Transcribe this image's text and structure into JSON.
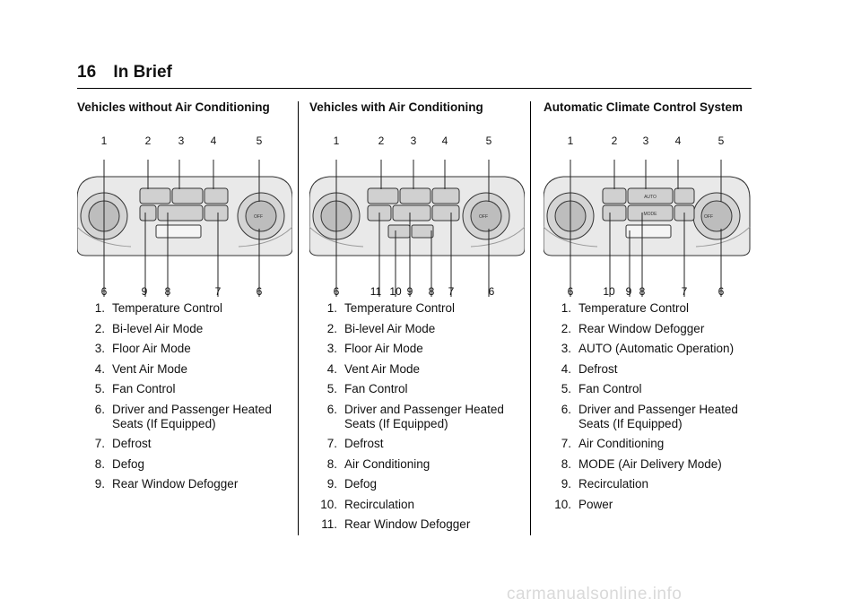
{
  "page": {
    "number": "16",
    "title": "In Brief"
  },
  "columns": [
    {
      "heading": "Vehicles without Air Conditioning",
      "figure": {
        "top_callouts": [
          "1",
          "2",
          "3",
          "4",
          "5"
        ],
        "bottom_callouts": [
          "6",
          "9",
          "8",
          "7",
          "6"
        ]
      },
      "items": [
        {
          "n": "1.",
          "text": "Temperature Control"
        },
        {
          "n": "2.",
          "text": "Bi-level Air Mode"
        },
        {
          "n": "3.",
          "text": "Floor Air Mode"
        },
        {
          "n": "4.",
          "text": "Vent Air Mode"
        },
        {
          "n": "5.",
          "text": "Fan Control"
        },
        {
          "n": "6.",
          "text": "Driver and Passenger Heated Seats (If Equipped)"
        },
        {
          "n": "7.",
          "text": "Defrost"
        },
        {
          "n": "8.",
          "text": "Defog"
        },
        {
          "n": "9.",
          "text": "Rear Window Defogger"
        }
      ]
    },
    {
      "heading": "Vehicles with Air Conditioning",
      "figure": {
        "top_callouts": [
          "1",
          "2",
          "3",
          "4",
          "5"
        ],
        "bottom_callouts": [
          "6",
          "11",
          "10",
          "9",
          "8",
          "7",
          "6"
        ]
      },
      "items": [
        {
          "n": "1.",
          "text": "Temperature Control"
        },
        {
          "n": "2.",
          "text": "Bi-level Air Mode"
        },
        {
          "n": "3.",
          "text": "Floor Air Mode"
        },
        {
          "n": "4.",
          "text": "Vent Air Mode"
        },
        {
          "n": "5.",
          "text": "Fan Control"
        },
        {
          "n": "6.",
          "text": "Driver and Passenger Heated Seats (If Equipped)"
        },
        {
          "n": "7.",
          "text": "Defrost"
        },
        {
          "n": "8.",
          "text": "Air Conditioning"
        },
        {
          "n": "9.",
          "text": "Defog"
        },
        {
          "n": "10.",
          "text": "Recirculation"
        },
        {
          "n": "11.",
          "text": "Rear Window Defogger"
        }
      ]
    },
    {
      "heading": "Automatic Climate Control System",
      "figure": {
        "top_callouts": [
          "1",
          "2",
          "3",
          "4",
          "5"
        ],
        "bottom_callouts": [
          "6",
          "10",
          "9",
          "8",
          "7",
          "6"
        ],
        "button_labels": [
          "AUTO",
          "MODE"
        ]
      },
      "items": [
        {
          "n": "1.",
          "text": "Temperature Control"
        },
        {
          "n": "2.",
          "text": "Rear Window Defogger"
        },
        {
          "n": "3.",
          "text": "AUTO (Automatic Operation)"
        },
        {
          "n": "4.",
          "text": "Defrost"
        },
        {
          "n": "5.",
          "text": "Fan Control"
        },
        {
          "n": "6.",
          "text": "Driver and Passenger Heated Seats (If Equipped)"
        },
        {
          "n": "7.",
          "text": "Air Conditioning"
        },
        {
          "n": "8.",
          "text": "MODE (Air Delivery Mode)"
        },
        {
          "n": "9.",
          "text": "Recirculation"
        },
        {
          "n": "10.",
          "text": "Power"
        }
      ]
    }
  ],
  "knob_label": "OFF",
  "watermark": "carmanualsonline.info"
}
